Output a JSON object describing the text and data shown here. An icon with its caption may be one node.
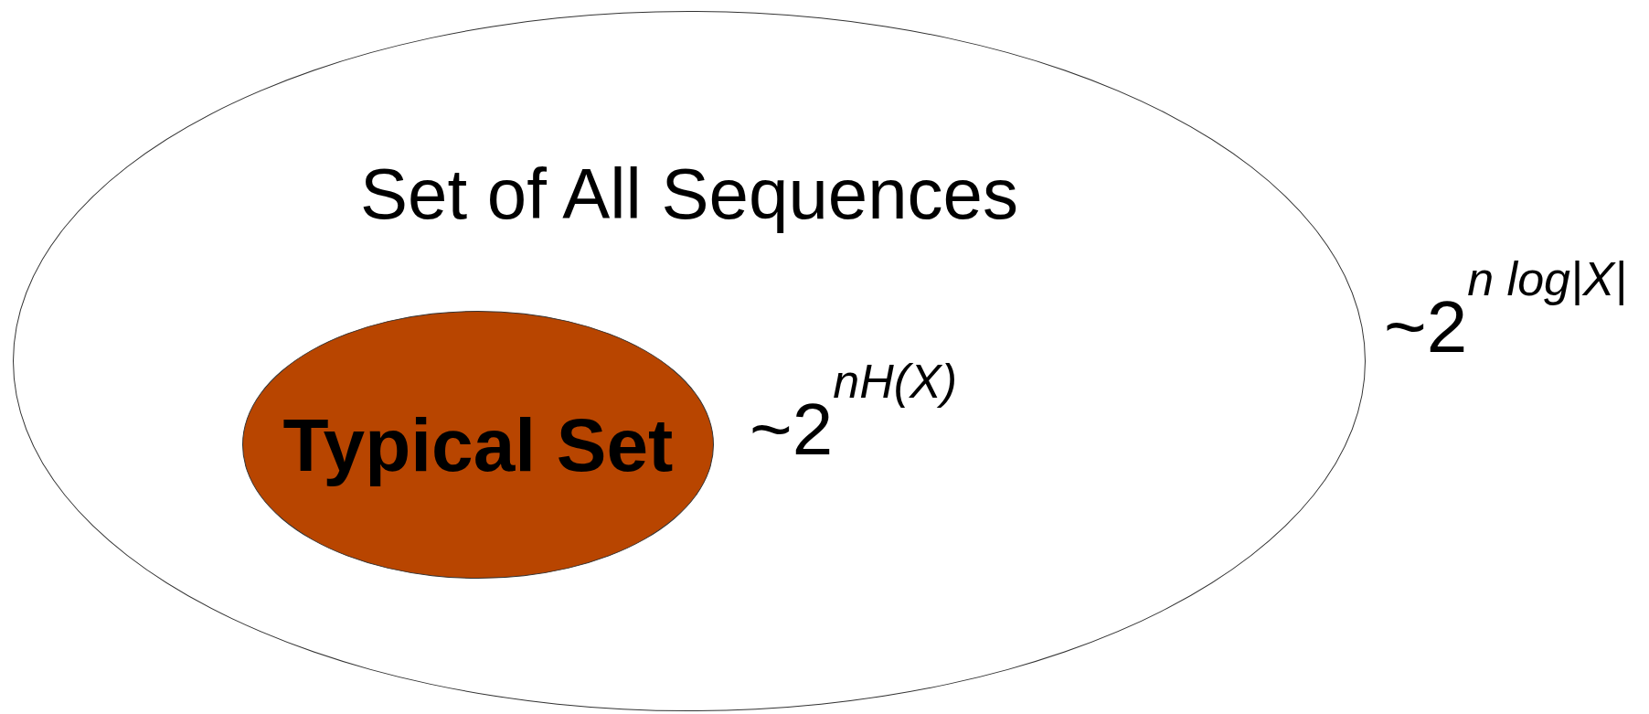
{
  "diagram": {
    "nodes": [
      {
        "text": [
          "Set of All Sequences"
        ],
        "beside": [
          "~2$^{n log|X|}$"
        ]
      },
      {
        "text": [
          "Typical Set"
        ],
        "in": 0,
        "beside": [
          "~2$^{nH(X)}$"
        ]
      }
    ]
  }
}
